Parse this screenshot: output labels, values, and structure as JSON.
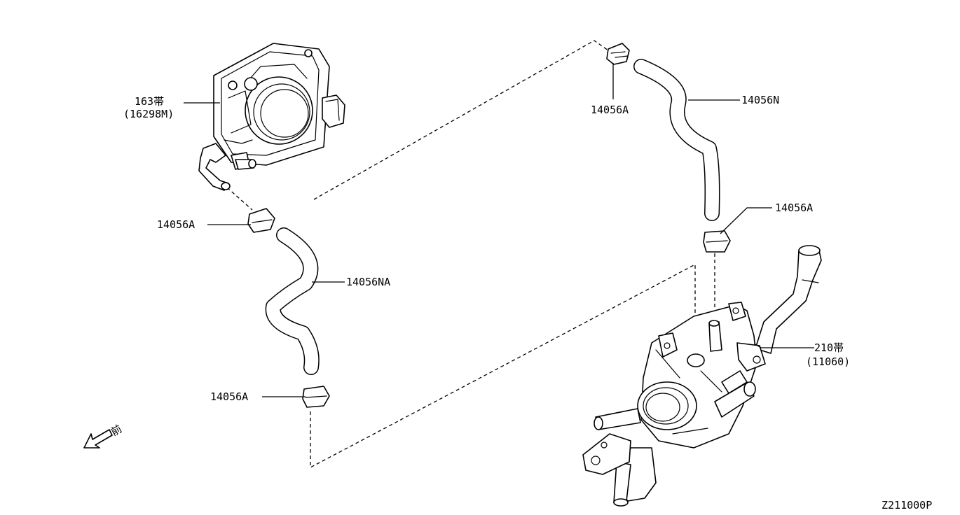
{
  "labels": {
    "throttle_body_ref": "163帯",
    "throttle_body_part": "(16298M)",
    "clamp_top": "14056A",
    "hose_upper": "14056N",
    "clamp_right": "14056A",
    "clamp_left_upper": "14056A",
    "hose_left": "14056NA",
    "clamp_left_lower": "14056A",
    "water_outlet_ref": "210帯",
    "water_outlet_part": "(11060)",
    "front_marker": "前",
    "diagram_code": "Z211000P"
  }
}
